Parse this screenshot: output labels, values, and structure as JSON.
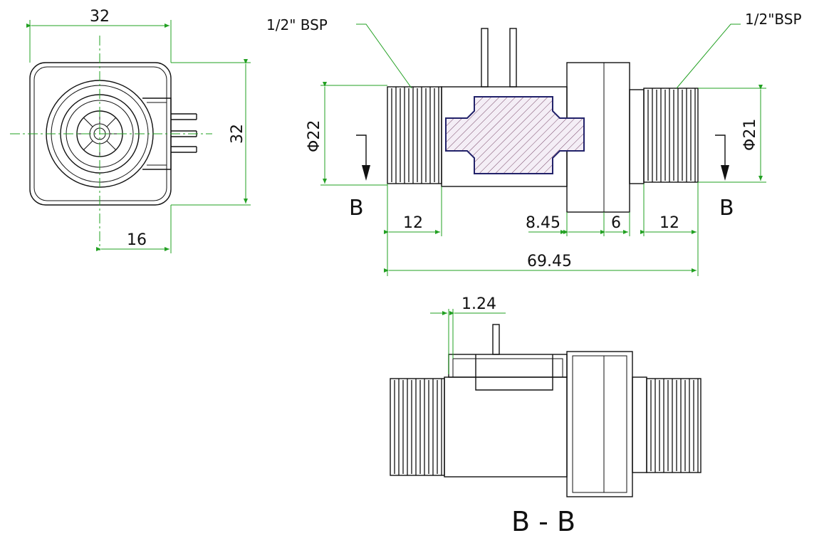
{
  "front_view": {
    "width_label": "32",
    "height_label": "32",
    "offset_label": "16"
  },
  "side_view": {
    "thread_left": "1/2\" BSP",
    "thread_right": "1/2\"BSP",
    "dia_left": "Φ22",
    "dia_right": "Φ21",
    "len_left_thread": "12",
    "len_body_a": "8.45",
    "len_body_b": "6",
    "len_right_thread": "12",
    "len_total": "69.45",
    "section_mark_left": "B",
    "section_mark_right": "B"
  },
  "section_view": {
    "wall_label": "1.24",
    "title": "B - B"
  },
  "colors": {
    "dimension": "#22a022",
    "outline": "#111111",
    "hatch": "#7a4a6a",
    "hatch_fill": "#f4eef6",
    "core_outline": "#22226a"
  }
}
